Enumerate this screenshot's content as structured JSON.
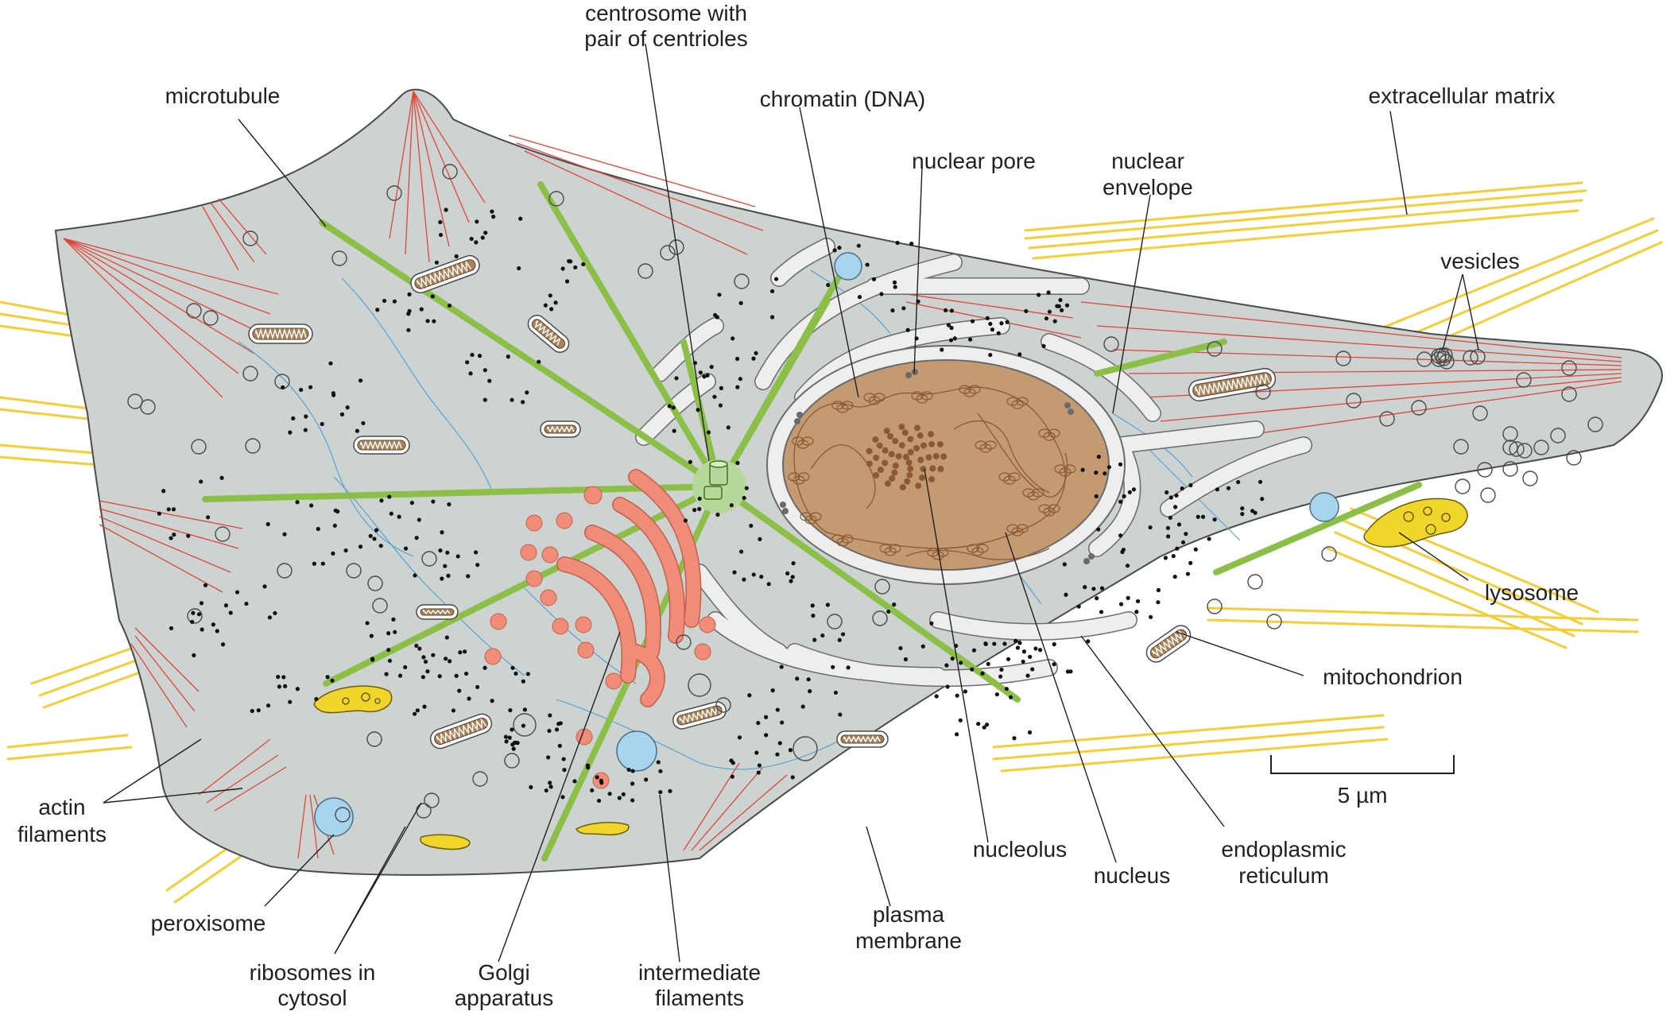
{
  "labels": {
    "centrosome_l1": "centrosome with",
    "centrosome_l2": "pair of centrioles",
    "microtubule": "microtubule",
    "chromatin": "chromatin (DNA)",
    "nuclear_pore": "nuclear pore",
    "nuclear_envelope_l1": "nuclear",
    "nuclear_envelope_l2": "envelope",
    "extracellular_matrix": "extracellular matrix",
    "vesicles": "vesicles",
    "lysosome": "lysosome",
    "mitochondrion": "mitochondrion",
    "scale": "5 µm",
    "actin_l1": "actin",
    "actin_l2": "filaments",
    "peroxisome": "peroxisome",
    "ribosomes_l1": "ribosomes in",
    "ribosomes_l2": "cytosol",
    "golgi_l1": "Golgi",
    "golgi_l2": "apparatus",
    "intermediate_l1": "intermediate",
    "intermediate_l2": "filaments",
    "plasma_l1": "plasma",
    "plasma_l2": "membrane",
    "nucleolus": "nucleolus",
    "nucleus": "nucleus",
    "er_l1": "endoplasmic",
    "er_l2": "reticulum"
  },
  "colors": {
    "cytoplasm": "#cdd3d0",
    "nucleus": "#c49a72",
    "chromatin": "#8b5a33",
    "microtubule": "#8bbf47",
    "golgi": "#f08c78",
    "actin": "#e0453a",
    "ecm": "#f5cd35",
    "peroxisome": "#a9d4ee",
    "lysosome": "#f0d52a",
    "mitochondrion": "#a9825a",
    "er": "#eeeeee",
    "intermediate": "#4b9fd5"
  }
}
